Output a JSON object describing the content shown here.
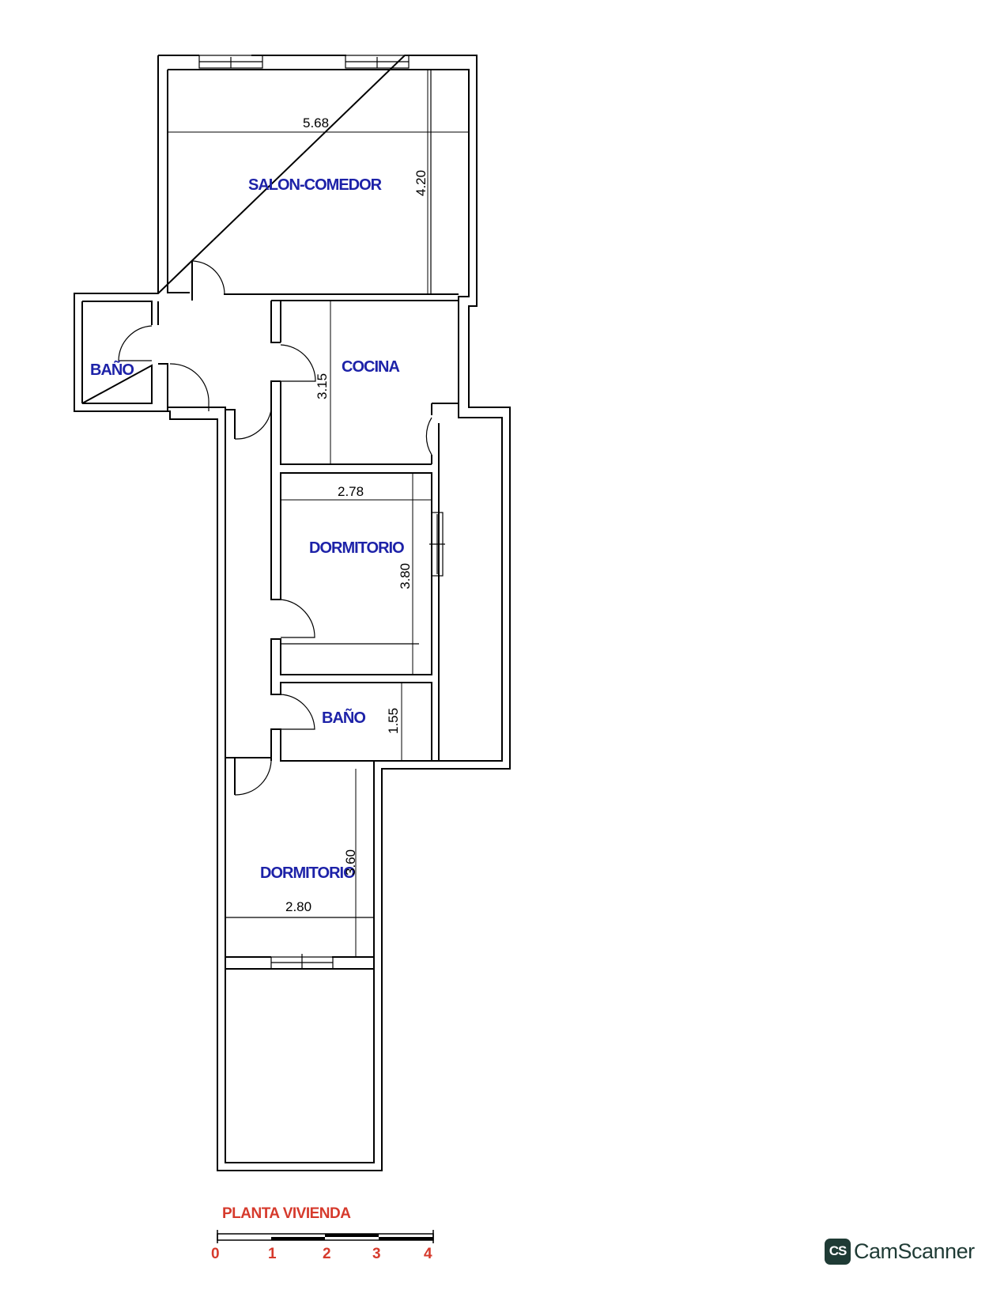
{
  "plan": {
    "title": "PLANTA VIVIENDA",
    "rooms": {
      "salon": "SALON-COMEDOR",
      "bano_1": "BAÑO",
      "cocina": "COCINA",
      "dormitorio_1": "DORMITORIO",
      "bano_2": "BAÑO",
      "dormitorio_2": "DORMITORIO"
    },
    "dimensions": {
      "salon_width": "5.68",
      "salon_depth": "4.20",
      "cocina_depth": "3.15",
      "dormitorio_1_width": "2.78",
      "dormitorio_1_depth": "3.80",
      "bano_2_depth": "1.55",
      "dormitorio_2_depth": "3.60",
      "dormitorio_2_width": "2.80"
    }
  },
  "scale_bar": {
    "labels": [
      "0",
      "1",
      "2",
      "3",
      "4"
    ]
  },
  "watermark": {
    "mark": "CS",
    "text": "CamScanner"
  },
  "colors": {
    "room_label": "#1d22a8",
    "title": "#d63a2c",
    "watermark": "#1f3b35"
  }
}
